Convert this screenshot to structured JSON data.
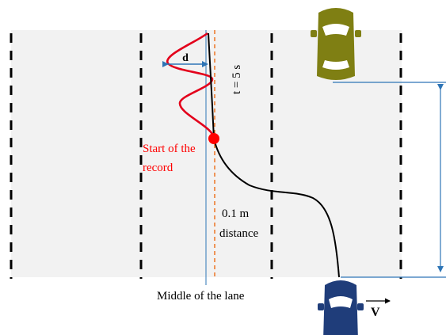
{
  "labels": {
    "d": "d",
    "t": "t = 5 s",
    "start_line1": "Start of the",
    "start_line2": "record",
    "dist_line1": "0.1 m",
    "dist_line2": "distance",
    "middle": "Middle of the lane",
    "v": "V"
  },
  "colors": {
    "road": "#f2f2f2",
    "lane_marking": "#000000",
    "trajectory": "#000000",
    "oscillation": "#e3001b",
    "start_point": "#ff0000",
    "start_label": "#ff0000",
    "lane_center": "#2e75b6",
    "offset_line": "#ed7d31",
    "arrow_blue": "#2e75b6",
    "car_front": "#7f7f13",
    "car_ego": "#1f3d7a"
  },
  "icons": {
    "front_vehicle": "car-top-view-icon",
    "ego_vehicle": "car-top-view-icon"
  }
}
